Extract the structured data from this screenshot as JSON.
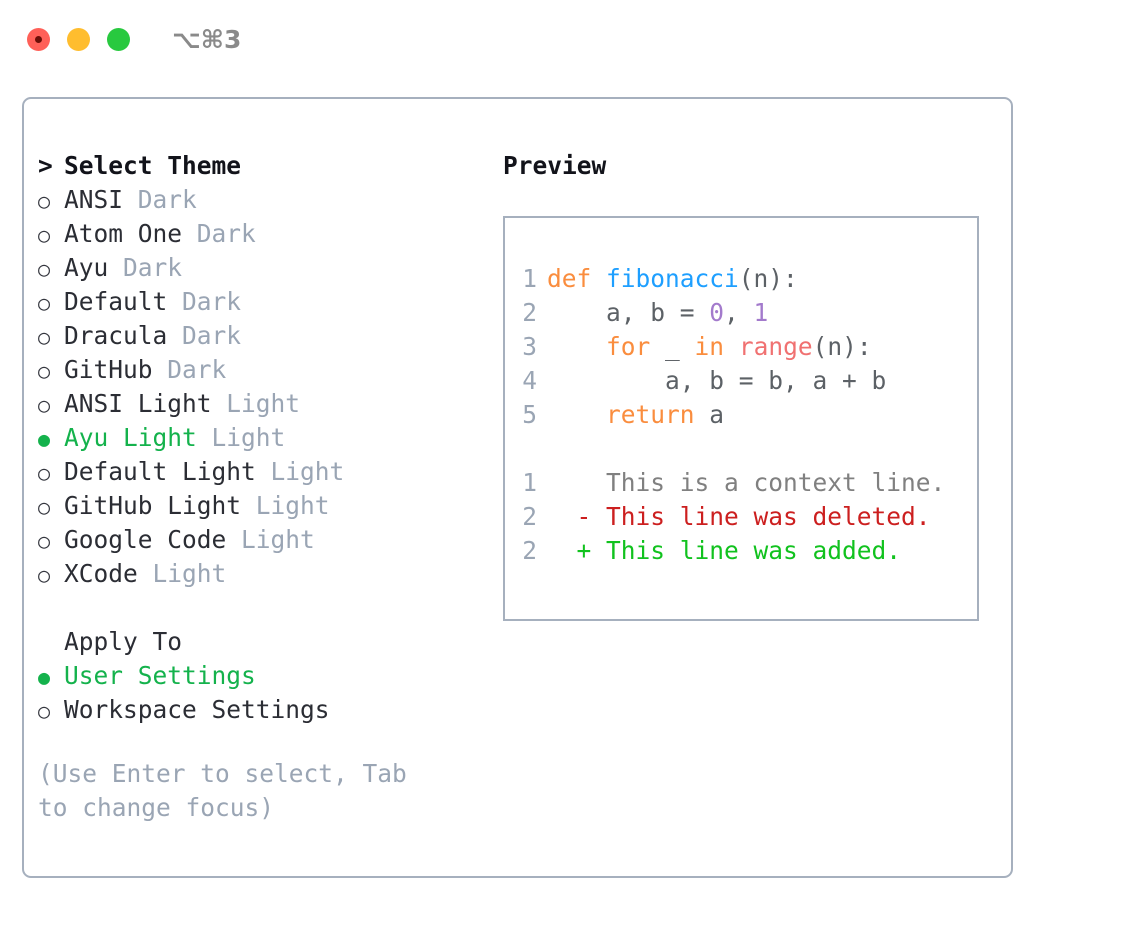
{
  "window": {
    "title": "⌥⌘3",
    "traffic_lights": [
      "close",
      "minimize",
      "maximize"
    ]
  },
  "colors": {
    "accent_green": "#14b24c",
    "muted": "#9aa5b4",
    "border": "#a6b0be",
    "keyword": "#fa8d3e",
    "function": "#1e9fff",
    "number": "#a37acc",
    "builtin": "#f07171",
    "plain": "#5c6166",
    "diff_context": "#808080",
    "diff_deleted": "#cc1f1f",
    "diff_added": "#11c21e"
  },
  "theme_picker": {
    "prompt_marker": ">",
    "heading": "Select Theme",
    "radio_off": "○",
    "radio_on": "●",
    "items": [
      {
        "name": "ANSI",
        "variant": "Dark",
        "selected": false
      },
      {
        "name": "Atom One",
        "variant": "Dark",
        "selected": false
      },
      {
        "name": "Ayu",
        "variant": "Dark",
        "selected": false
      },
      {
        "name": "Default",
        "variant": "Dark",
        "selected": false
      },
      {
        "name": "Dracula",
        "variant": "Dark",
        "selected": false
      },
      {
        "name": "GitHub",
        "variant": "Dark",
        "selected": false
      },
      {
        "name": "ANSI Light",
        "variant": "Light",
        "selected": false
      },
      {
        "name": "Ayu Light",
        "variant": "Light",
        "selected": true
      },
      {
        "name": "Default Light",
        "variant": "Light",
        "selected": false
      },
      {
        "name": "GitHub Light",
        "variant": "Light",
        "selected": false
      },
      {
        "name": "Google Code",
        "variant": "Light",
        "selected": false
      },
      {
        "name": "XCode",
        "variant": "Light",
        "selected": false
      }
    ]
  },
  "apply_to": {
    "heading": "Apply To",
    "items": [
      {
        "label": "User Settings",
        "selected": true
      },
      {
        "label": "Workspace Settings",
        "selected": false
      }
    ]
  },
  "hint": "(Use Enter to select, Tab to change focus)",
  "preview": {
    "title": "Preview",
    "code_lines": [
      {
        "lineno": "1",
        "tokens": [
          {
            "text": "def ",
            "style": "kw"
          },
          {
            "text": "fibonacci",
            "style": "fn"
          },
          {
            "text": "(n):",
            "style": "pl"
          }
        ]
      },
      {
        "lineno": "2",
        "tokens": [
          {
            "text": "    a, b = ",
            "style": "pl"
          },
          {
            "text": "0",
            "style": "num"
          },
          {
            "text": ", ",
            "style": "pl"
          },
          {
            "text": "1",
            "style": "num"
          }
        ]
      },
      {
        "lineno": "3",
        "tokens": [
          {
            "text": "    ",
            "style": "pl"
          },
          {
            "text": "for",
            "style": "kw"
          },
          {
            "text": " _ ",
            "style": "pl"
          },
          {
            "text": "in",
            "style": "kw"
          },
          {
            "text": " ",
            "style": "pl"
          },
          {
            "text": "range",
            "style": "bi"
          },
          {
            "text": "(n):",
            "style": "pl"
          }
        ]
      },
      {
        "lineno": "4",
        "tokens": [
          {
            "text": "        a, b = b, a + b",
            "style": "pl"
          }
        ]
      },
      {
        "lineno": "5",
        "tokens": [
          {
            "text": "    ",
            "style": "pl"
          },
          {
            "text": "return",
            "style": "kw"
          },
          {
            "text": " a",
            "style": "pl"
          }
        ]
      }
    ],
    "diff_lines": [
      {
        "lineno": "1",
        "sign": "  ",
        "text": "This is a context line.",
        "style": "ctx"
      },
      {
        "lineno": "2",
        "sign": "- ",
        "text": "This line was deleted.",
        "style": "del"
      },
      {
        "lineno": "2",
        "sign": "+ ",
        "text": "This line was added.",
        "style": "add"
      }
    ]
  }
}
